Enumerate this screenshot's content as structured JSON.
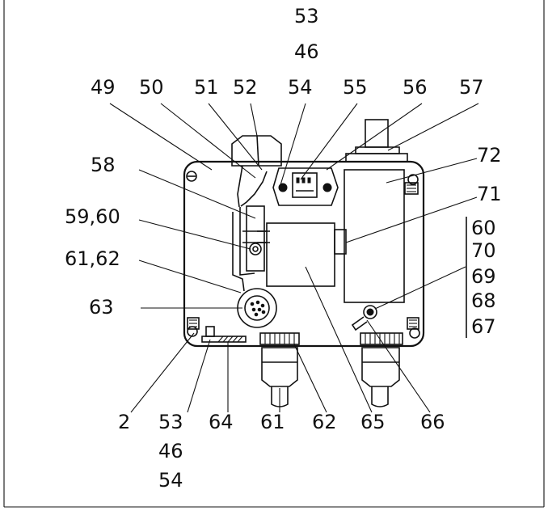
{
  "labels": {
    "top_53": "53",
    "top_46": "46",
    "l49": "49",
    "l50": "50",
    "l51": "51",
    "l52": "52",
    "l54": "54",
    "l55": "55",
    "l56": "56",
    "l57": "57",
    "l58": "58",
    "l72": "72",
    "l71": "71",
    "l59_60": "59,60",
    "l61_62": "61,62",
    "l63": "63",
    "r60": "60",
    "r70": "70",
    "r69": "69",
    "r68": "68",
    "r67": "67",
    "b2": "2",
    "b53": "53",
    "b46": "46",
    "b54": "54",
    "b64": "64",
    "b61": "61",
    "b62": "62",
    "b65": "65",
    "b66": "66"
  }
}
